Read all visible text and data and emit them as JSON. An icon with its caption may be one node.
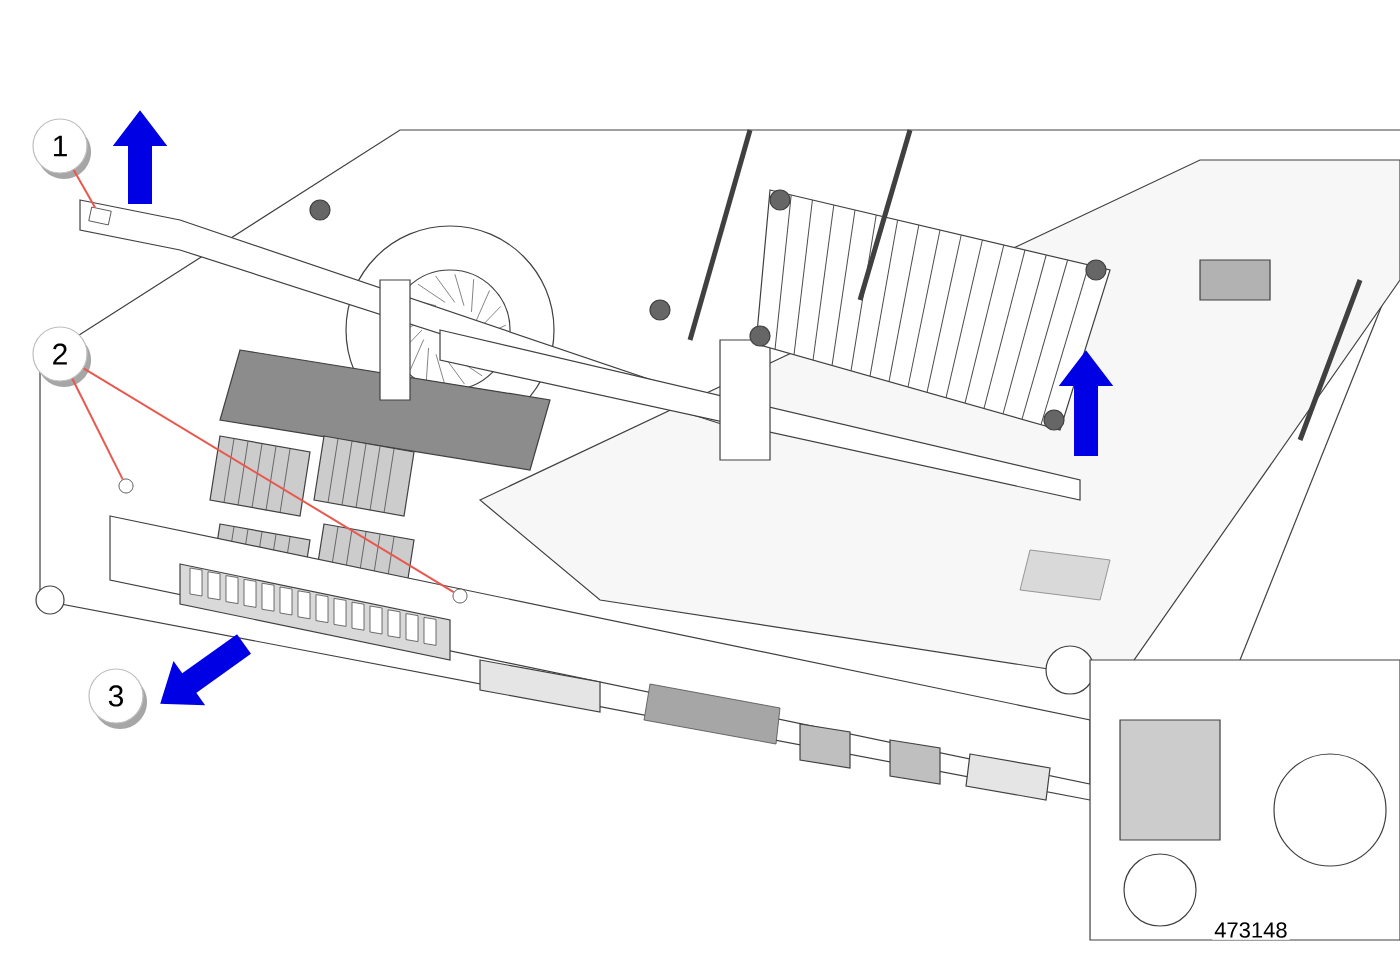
{
  "diagram": {
    "nodes": [
      {
        "text": [
          "1"
        ]
      },
      {
        "text": [
          "2"
        ]
      },
      {
        "text": [],
        "shape": "box"
      },
      {
        "text": [],
        "shape": "circle"
      },
      {
        "text": [],
        "shape": "circle"
      },
      {
        "text": [
          "3"
        ]
      }
    ],
    "edges": [
      {
        "from": 0,
        "to": 2,
        "arrow": "none",
        "color": "#e8584f"
      },
      {
        "from": 1,
        "to": 3,
        "arrow": "none",
        "color": "#e8584f"
      },
      {
        "from": 1,
        "to": 4,
        "arrow": "none",
        "color": "#e8584f"
      }
    ],
    "labels": [
      "473148"
    ]
  }
}
